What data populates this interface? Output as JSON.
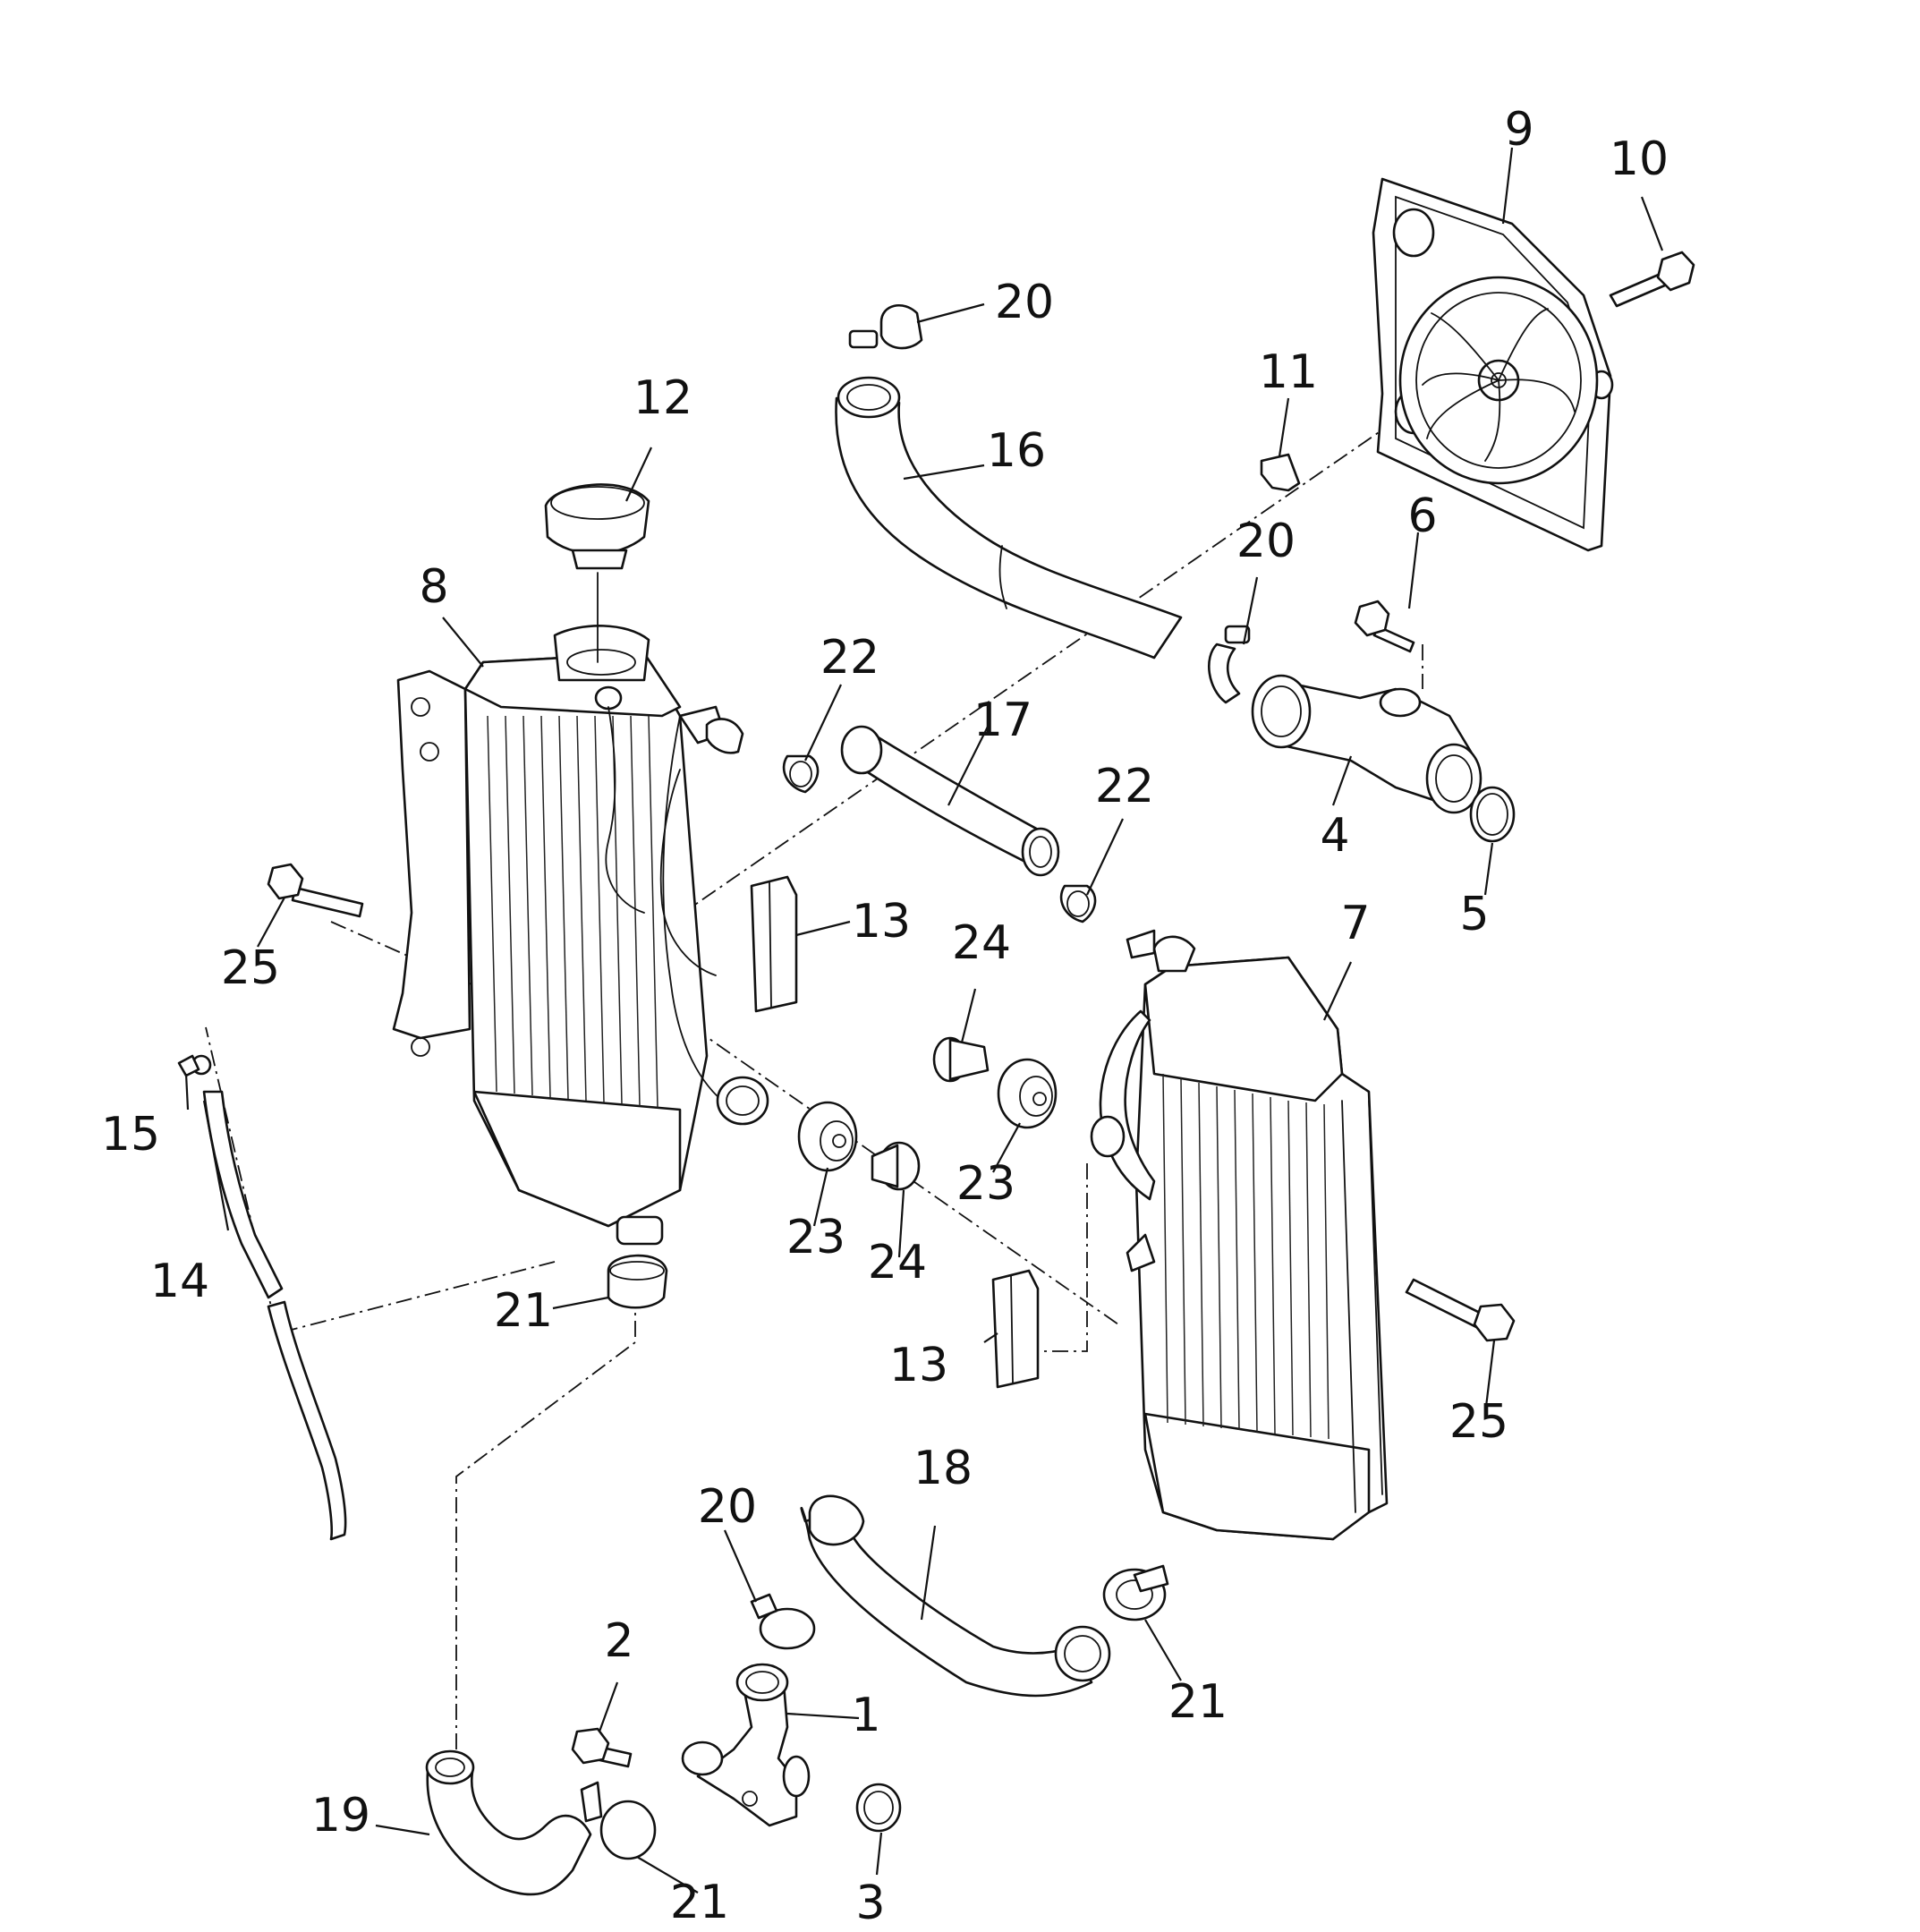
{
  "diagram": {
    "kind": "exploded parts diagram",
    "subject": "radiator cooling system",
    "line_color": "#111111",
    "background": "#ffffff"
  },
  "callouts": {
    "c1": "1",
    "c2": "2",
    "c3": "3",
    "c4": "4",
    "c5": "5",
    "c6": "6",
    "c7": "7",
    "c8": "8",
    "c9": "9",
    "c10": "10",
    "c11": "11",
    "c12": "12",
    "c13a": "13",
    "c13b": "13",
    "c14": "14",
    "c15": "15",
    "c16": "16",
    "c17": "17",
    "c18": "18",
    "c19": "19",
    "c20a": "20",
    "c20b": "20",
    "c20c": "20",
    "c21a": "21",
    "c21b": "21",
    "c21c": "21",
    "c22a": "22",
    "c22b": "22",
    "c23a": "23",
    "c23b": "23",
    "c24a": "24",
    "c24b": "24",
    "c25a": "25",
    "c25b": "25"
  }
}
